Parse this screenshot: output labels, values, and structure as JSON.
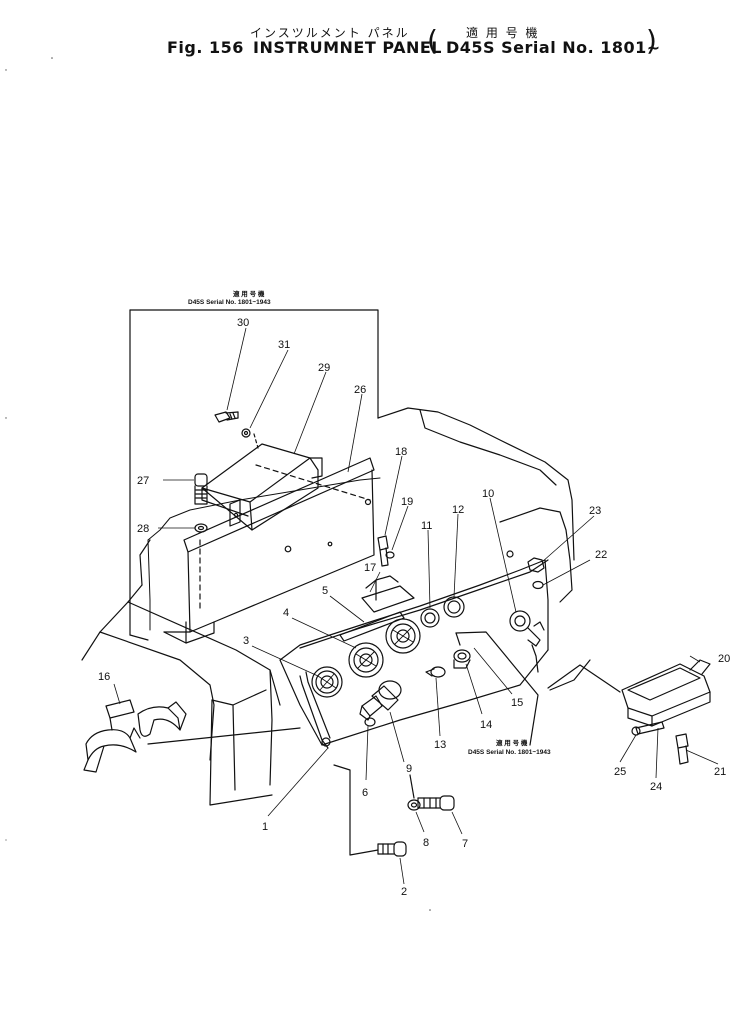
{
  "header": {
    "jp_title": "インスツルメント パネル",
    "jp_applicable": "適 用 号 機",
    "fig_label": "Fig. 156",
    "title": "INSTRUMNET PANEL",
    "open_paren": "(",
    "serial": "D45S Serial No. 1801~",
    "close_paren": ")"
  },
  "inset_note": {
    "jp": "適 用 号 機",
    "text": "D45S Serial No. 1801~1943"
  },
  "switch_note": {
    "jp": "適 用 号 機",
    "text": "D45S Serial No. 1801~1943"
  },
  "callouts": [
    "1",
    "2",
    "3",
    "4",
    "5",
    "6",
    "7",
    "8",
    "9",
    "10",
    "11",
    "12",
    "13",
    "14",
    "15",
    "16",
    "17",
    "18",
    "19",
    "20",
    "21",
    "22",
    "23",
    "24",
    "25",
    "26",
    "27",
    "28",
    "29",
    "30",
    "31"
  ]
}
